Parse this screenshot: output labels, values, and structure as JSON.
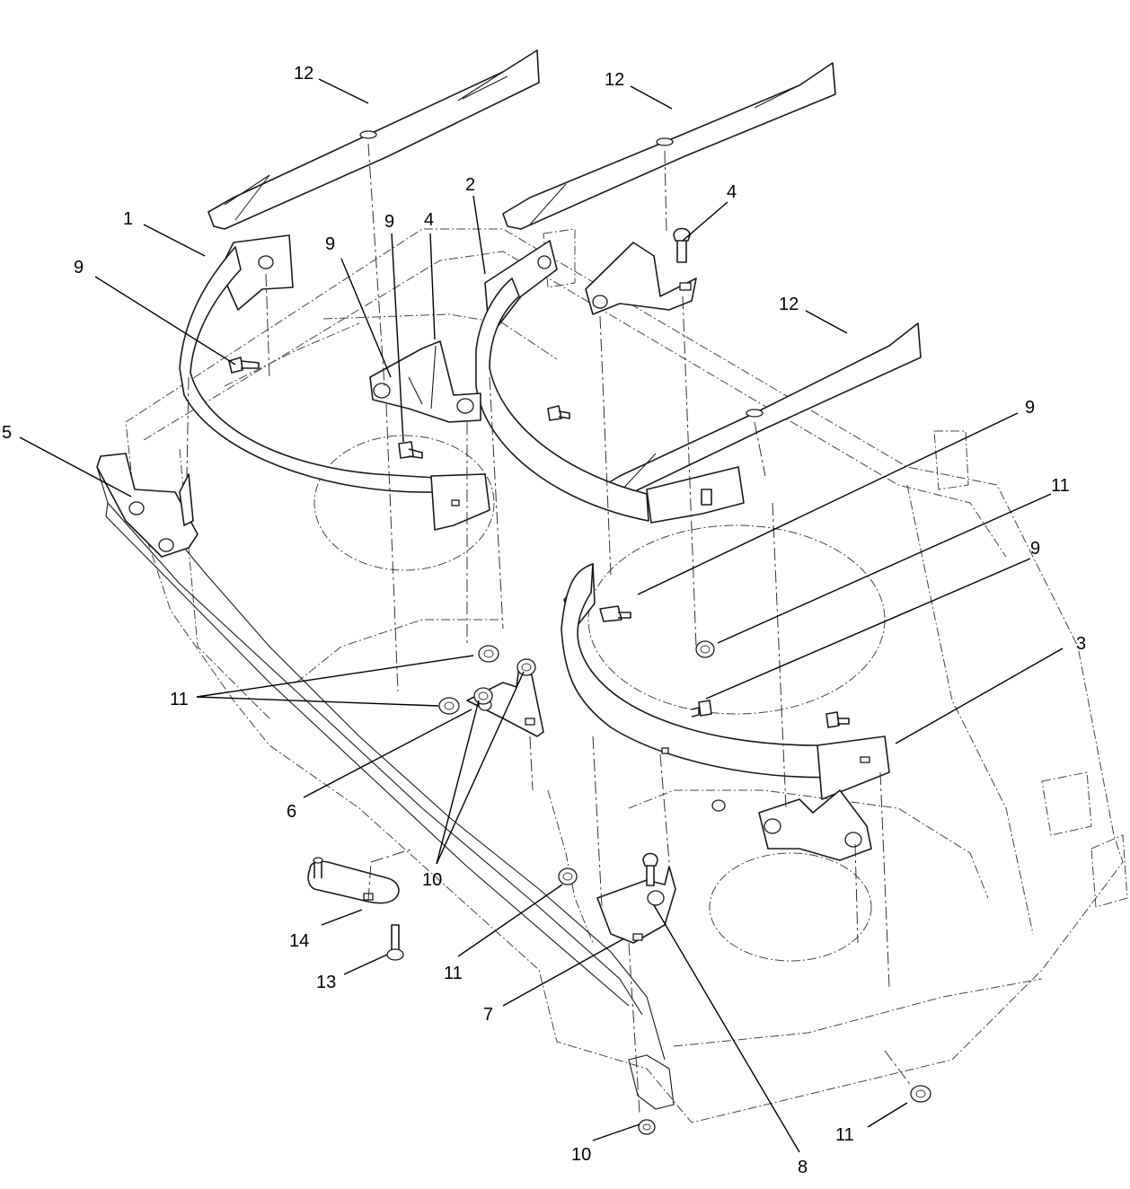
{
  "callouts": [
    {
      "label": "1"
    },
    {
      "label": "2"
    },
    {
      "label": "3"
    },
    {
      "label": "4"
    },
    {
      "label": "4"
    },
    {
      "label": "5"
    },
    {
      "label": "6"
    },
    {
      "label": "7"
    },
    {
      "label": "8"
    },
    {
      "label": "9"
    },
    {
      "label": "9"
    },
    {
      "label": "9"
    },
    {
      "label": "9"
    },
    {
      "label": "9"
    },
    {
      "label": "10"
    },
    {
      "label": "10"
    },
    {
      "label": "11"
    },
    {
      "label": "11"
    },
    {
      "label": "11"
    },
    {
      "label": "11"
    },
    {
      "label": "12"
    },
    {
      "label": "12"
    },
    {
      "label": "12"
    },
    {
      "label": "13"
    },
    {
      "label": "14"
    }
  ]
}
